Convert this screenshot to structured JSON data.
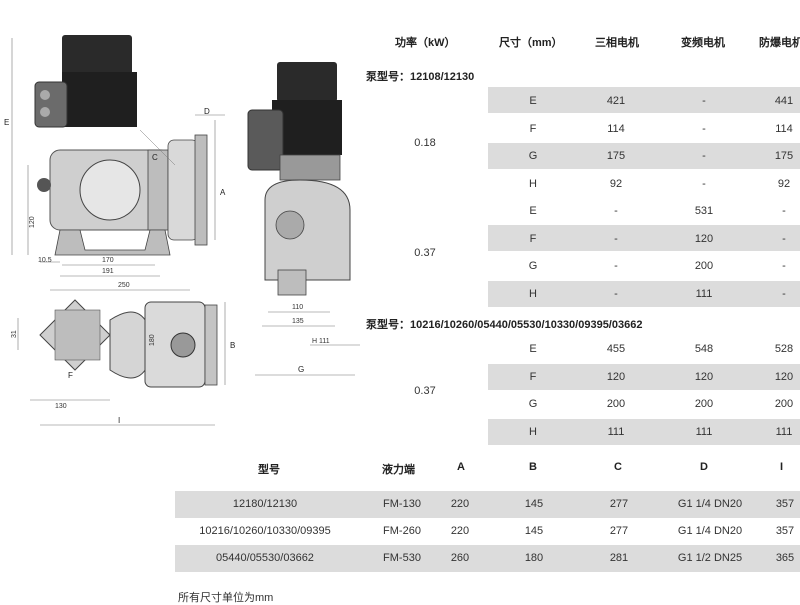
{
  "top_table": {
    "headers": [
      "功率（kW）",
      "尺寸（mm）",
      "三相电机",
      "变频电机",
      "防爆电机"
    ],
    "groups": [
      {
        "title": "泵型号：12108/12130",
        "blocks": [
          {
            "power": "0.18",
            "rows": [
              {
                "dim": "E",
                "c1": "421",
                "c2": "-",
                "c3": "441"
              },
              {
                "dim": "F",
                "c1": "114",
                "c2": "-",
                "c3": "114"
              },
              {
                "dim": "G",
                "c1": "175",
                "c2": "-",
                "c3": "175"
              },
              {
                "dim": "H",
                "c1": "92",
                "c2": "-",
                "c3": "92"
              }
            ]
          },
          {
            "power": "0.37",
            "rows": [
              {
                "dim": "E",
                "c1": "-",
                "c2": "531",
                "c3": "-"
              },
              {
                "dim": "F",
                "c1": "-",
                "c2": "120",
                "c3": "-"
              },
              {
                "dim": "G",
                "c1": "-",
                "c2": "200",
                "c3": "-"
              },
              {
                "dim": "H",
                "c1": "-",
                "c2": "111",
                "c3": "-"
              }
            ]
          }
        ]
      },
      {
        "title": "泵型号：10216/10260/05440/05530/10330/09395/03662",
        "blocks": [
          {
            "power": "0.37",
            "rows": [
              {
                "dim": "E",
                "c1": "455",
                "c2": "548",
                "c3": "528"
              },
              {
                "dim": "F",
                "c1": "120",
                "c2": "120",
                "c3": "120"
              },
              {
                "dim": "G",
                "c1": "200",
                "c2": "200",
                "c3": "200"
              },
              {
                "dim": "H",
                "c1": "111",
                "c2": "111",
                "c3": "111"
              }
            ]
          }
        ]
      }
    ]
  },
  "bottom_table": {
    "headers": [
      "型号",
      "液力端",
      "A",
      "B",
      "C",
      "D",
      "I"
    ],
    "rows": [
      [
        "12180/12130",
        "FM-130",
        "220",
        "145",
        "277",
        "G1 1/4 DN20",
        "357"
      ],
      [
        "10216/10260/10330/09395",
        "FM-260",
        "220",
        "145",
        "277",
        "G1 1/4 DN20",
        "357"
      ],
      [
        "05440/05530/03662",
        "FM-530",
        "260",
        "180",
        "281",
        "G1 1/2 DN25",
        "365"
      ]
    ]
  },
  "note": "所有尺寸单位为mm",
  "drawing_labels": {
    "E": "E",
    "D": "D",
    "A": "A",
    "C": "C",
    "B": "B",
    "F": "F",
    "G": "G",
    "I": "I",
    "d120": "120",
    "d10_5": "10.5",
    "d170": "170",
    "d191": "191",
    "d250": "250",
    "d31": "31",
    "d130": "130",
    "d180": "180",
    "d110": "110",
    "d135": "135",
    "h111": "H 111"
  },
  "colors": {
    "band": "#dcdcdc",
    "motor_dark": "#222222",
    "body": "#cfcfcf",
    "line": "#555555"
  }
}
